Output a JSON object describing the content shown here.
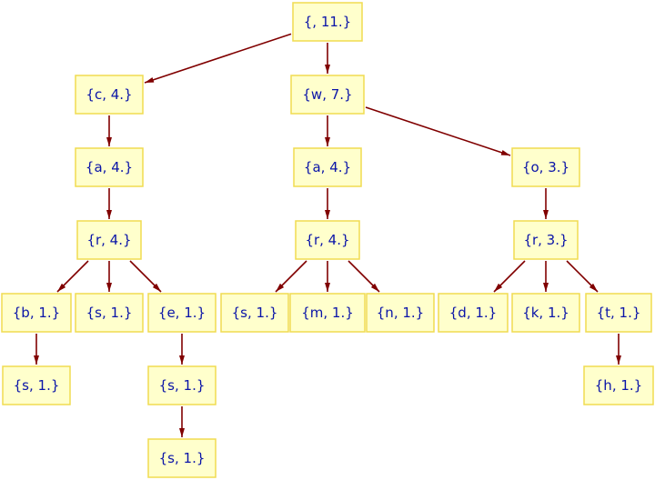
{
  "colors": {
    "node_fill": "#ffffcc",
    "node_border": "#f0dc50",
    "text": "#0a14a8",
    "edge": "#800000"
  },
  "nodes": [
    {
      "id": "root",
      "label": "{, 11.}",
      "parent": null
    },
    {
      "id": "c",
      "label": "{c, 4.}",
      "parent": "root"
    },
    {
      "id": "w",
      "label": "{w, 7.}",
      "parent": "root"
    },
    {
      "id": "ca",
      "label": "{a, 4.}",
      "parent": "c"
    },
    {
      "id": "wa",
      "label": "{a, 4.}",
      "parent": "w"
    },
    {
      "id": "wo",
      "label": "{o, 3.}",
      "parent": "w"
    },
    {
      "id": "car",
      "label": "{r, 4.}",
      "parent": "ca"
    },
    {
      "id": "war",
      "label": "{r, 4.}",
      "parent": "wa"
    },
    {
      "id": "wor",
      "label": "{r, 3.}",
      "parent": "wo"
    },
    {
      "id": "carb",
      "label": "{b, 1.}",
      "parent": "car"
    },
    {
      "id": "cars",
      "label": "{s, 1.}",
      "parent": "car"
    },
    {
      "id": "care",
      "label": "{e, 1.}",
      "parent": "car"
    },
    {
      "id": "wars",
      "label": "{s, 1.}",
      "parent": "war"
    },
    {
      "id": "warm",
      "label": "{m, 1.}",
      "parent": "war"
    },
    {
      "id": "warn",
      "label": "{n, 1.}",
      "parent": "war"
    },
    {
      "id": "word",
      "label": "{d, 1.}",
      "parent": "wor"
    },
    {
      "id": "work",
      "label": "{k, 1.}",
      "parent": "wor"
    },
    {
      "id": "wort",
      "label": "{t, 1.}",
      "parent": "wor"
    },
    {
      "id": "carbs",
      "label": "{s, 1.}",
      "parent": "carb"
    },
    {
      "id": "cares",
      "label": "{s, 1.}",
      "parent": "care"
    },
    {
      "id": "worth",
      "label": "{h, 1.}",
      "parent": "wort"
    },
    {
      "id": "caress",
      "label": "{s, 1.}",
      "parent": "cares"
    }
  ]
}
